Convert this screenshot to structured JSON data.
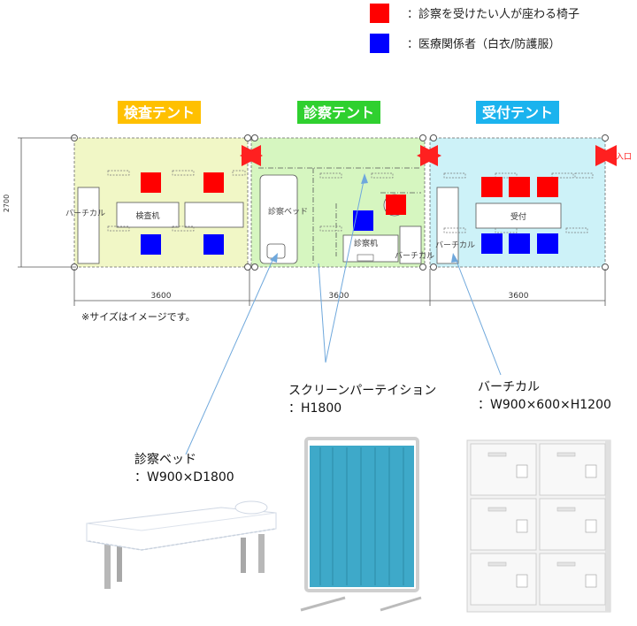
{
  "legend": {
    "items": [
      {
        "color": "#ff0000",
        "label": "：診察を受けたい人が座わる椅子"
      },
      {
        "color": "#0000ff",
        "label": "：医療関係者（白衣/防護服）"
      }
    ]
  },
  "tents": [
    {
      "title": "検査テント",
      "title_bg": "#ffc000",
      "area_color": "#f1f7c6",
      "dimension": "3600"
    },
    {
      "title": "診察テント",
      "title_bg": "#2fd02f",
      "area_color": "#d6f6c0",
      "dimension": "3600"
    },
    {
      "title": "受付テント",
      "title_bg": "#1bb3ee",
      "area_color": "#cdf2f8",
      "dimension": "3600"
    }
  ],
  "height_dimension": "2700",
  "entrance_label": "入口",
  "furniture": {
    "cabinet_label": "バーチカル",
    "exam_desk_label": "検査机",
    "bed_label": "診察ベッド",
    "consult_desk_label": "診察机",
    "reception_desk_label": "受付"
  },
  "note": "※サイズはイメージです。",
  "callouts": {
    "bed": {
      "name": "診察ベッド",
      "spec": "：W900×D1800"
    },
    "screen": {
      "name": "スクリーンパーテイション",
      "spec": "：H1800"
    },
    "cabinet": {
      "name": "バーチカル",
      "spec": "：W900×600×H1200"
    }
  },
  "accent_arrow": "#ff2020",
  "callout_line": "#6fa8dc"
}
